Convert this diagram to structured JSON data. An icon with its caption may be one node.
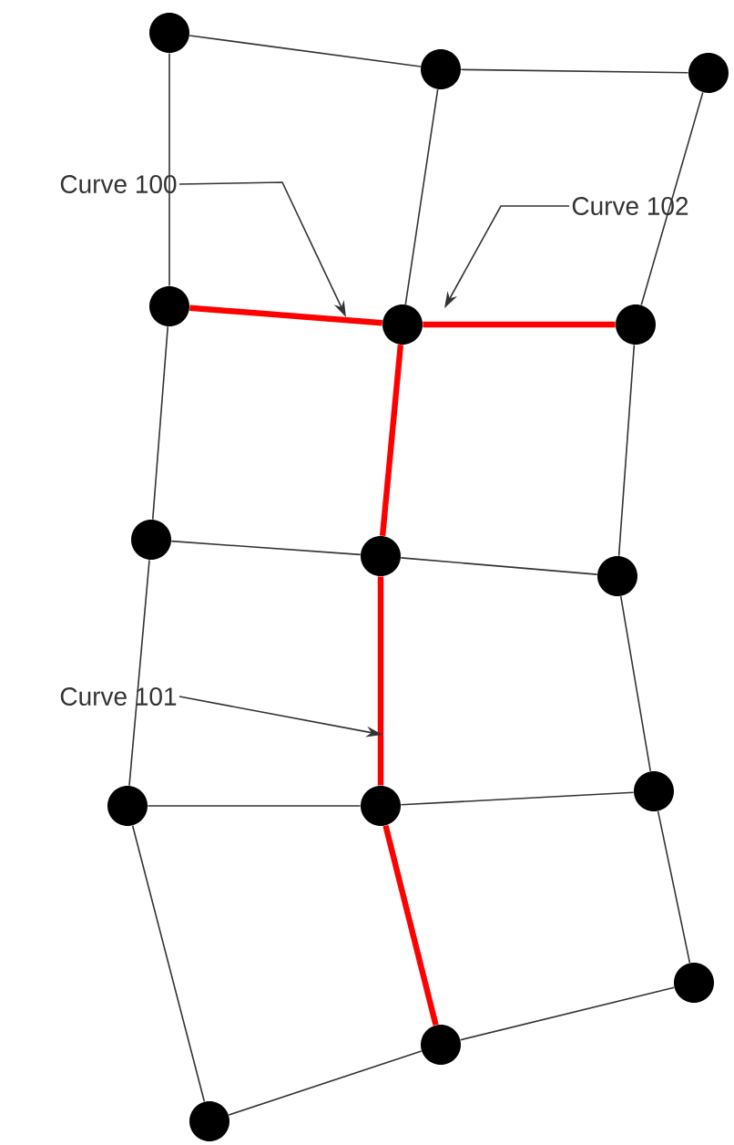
{
  "diagram": {
    "nodes": [
      {
        "text": [],
        "shape": "circle"
      },
      {
        "text": [],
        "shape": "circle"
      },
      {
        "text": [],
        "shape": "circle"
      },
      {
        "text": [],
        "shape": "circle"
      },
      {
        "text": [],
        "shape": "circle"
      },
      {
        "text": [],
        "shape": "circle"
      },
      {
        "text": [],
        "shape": "circle"
      },
      {
        "text": [],
        "shape": "circle"
      },
      {
        "text": [],
        "shape": "circle"
      },
      {
        "text": [],
        "shape": "circle"
      },
      {
        "text": [],
        "shape": "circle"
      },
      {
        "text": [],
        "shape": "circle"
      },
      {
        "text": [],
        "shape": "circle"
      },
      {
        "text": [],
        "shape": "circle"
      },
      {
        "text": [],
        "shape": "circle"
      },
      {
        "text": [
          "Curve 100"
        ]
      },
      {
        "text": [
          "Curve 102"
        ]
      },
      {
        "text": [
          "Curve 101"
        ]
      }
    ],
    "edges": [
      {
        "from": 0,
        "to": 1,
        "arrow": "none"
      },
      {
        "from": 1,
        "to": 2,
        "arrow": "none"
      },
      {
        "from": 0,
        "to": 3,
        "arrow": "none"
      },
      {
        "from": 1,
        "to": 4,
        "arrow": "none"
      },
      {
        "from": 2,
        "to": 5,
        "arrow": "none"
      },
      {
        "from": 3,
        "to": 4,
        "arrow": "none",
        "style": "thick",
        "color": "#ff0000"
      },
      {
        "from": 4,
        "to": 5,
        "arrow": "none",
        "style": "thick",
        "color": "#ff0000"
      },
      {
        "from": 3,
        "to": 6,
        "arrow": "none"
      },
      {
        "from": 4,
        "to": 7,
        "arrow": "none",
        "style": "thick",
        "color": "#ff0000"
      },
      {
        "from": 5,
        "to": 8,
        "arrow": "none"
      },
      {
        "from": 6,
        "to": 7,
        "arrow": "none"
      },
      {
        "from": 7,
        "to": 8,
        "arrow": "none"
      },
      {
        "from": 6,
        "to": 9,
        "arrow": "none"
      },
      {
        "from": 7,
        "to": 10,
        "arrow": "none",
        "style": "thick",
        "color": "#ff0000"
      },
      {
        "from": 8,
        "to": 11,
        "arrow": "none"
      },
      {
        "from": 9,
        "to": 10,
        "arrow": "none"
      },
      {
        "from": 10,
        "to": 11,
        "arrow": "none"
      },
      {
        "from": 9,
        "to": 12,
        "arrow": "none"
      },
      {
        "from": 10,
        "to": 13,
        "arrow": "none",
        "style": "thick",
        "color": "#ff0000"
      },
      {
        "from": 11,
        "to": 14,
        "arrow": "none"
      },
      {
        "from": 12,
        "to": 13,
        "arrow": "none"
      },
      {
        "from": 13,
        "to": 14,
        "arrow": "none"
      },
      {
        "from": 15,
        "to": null,
        "arrow": "to"
      },
      {
        "from": 16,
        "to": null,
        "arrow": "to"
      },
      {
        "from": 17,
        "to": null,
        "arrow": "to"
      }
    ]
  }
}
